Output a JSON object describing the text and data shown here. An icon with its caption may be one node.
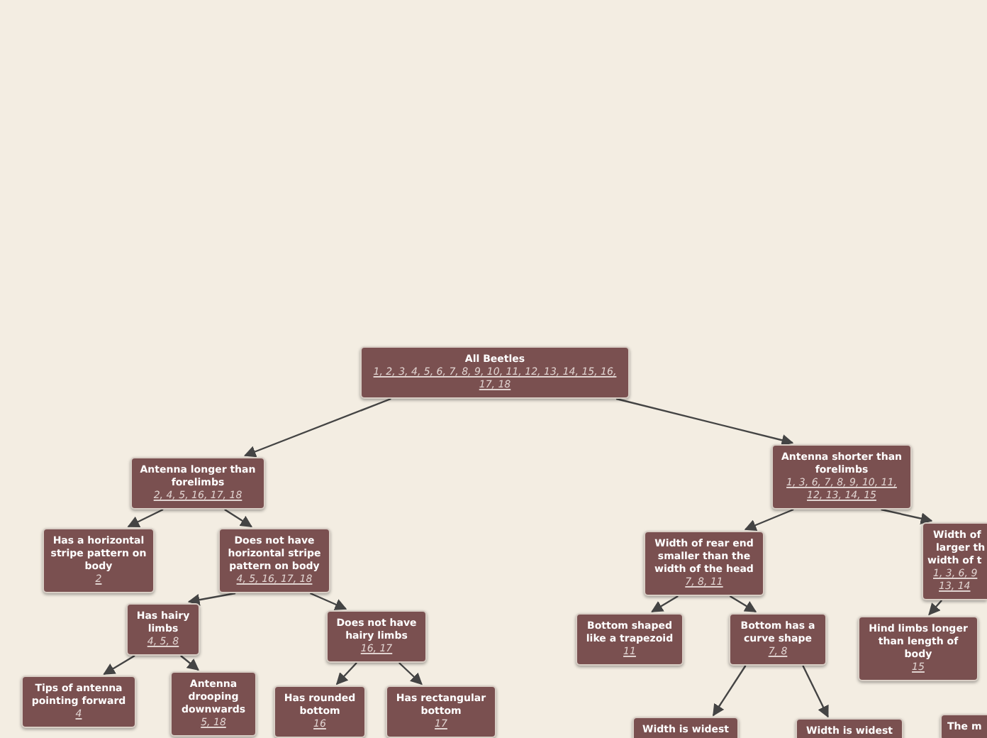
{
  "diagram": {
    "nodes": [
      {
        "text": [
          "All Beetles",
          "1, 2, 3, 4, 5, 6, 7, 8, 9, 10, 11, 12, 13, 14, 15, 16, 17, 18"
        ]
      },
      {
        "text": [
          "Antenna longer than forelimbs",
          "2, 4, 5, 16, 17, 18"
        ]
      },
      {
        "text": [
          "Antenna shorter than forelimbs",
          "1, 3, 6, 7, 8, 9, 10, 11, 12, 13, 14, 15"
        ]
      },
      {
        "text": [
          "Has a horizontal stripe pattern on body",
          "2"
        ]
      },
      {
        "text": [
          "Does not have horizontal stripe pattern on body",
          "4, 5, 16, 17, 18"
        ]
      },
      {
        "text": [
          "Width of rear end smaller than the width of the head",
          "7, 8, 11"
        ]
      },
      {
        "text": [
          "Width of",
          "larger th",
          "width of t",
          "1, 3, 6, 9",
          "13, 14"
        ]
      },
      {
        "text": [
          "Has hairy limbs",
          "4, 5, 8"
        ]
      },
      {
        "text": [
          "Does not have hairy limbs",
          "16, 17"
        ]
      },
      {
        "text": [
          "Bottom shaped like a trapezoid",
          "11"
        ]
      },
      {
        "text": [
          "Bottom has a curve shape",
          "7, 8"
        ]
      },
      {
        "text": [
          "Hind limbs longer than length of body",
          "15"
        ]
      },
      {
        "text": [
          "Tips of antenna pointing forward",
          "4"
        ]
      },
      {
        "text": [
          "Antenna drooping downwards",
          "5, 18"
        ]
      },
      {
        "text": [
          "Has rounded bottom",
          "16"
        ]
      },
      {
        "text": [
          "Has rectangular bottom",
          "17"
        ]
      },
      {
        "text": [
          "Width is widest"
        ]
      },
      {
        "text": [
          "Width is widest"
        ]
      },
      {
        "text": [
          "The m"
        ]
      }
    ],
    "edges": [
      {
        "from": 0,
        "to": 1,
        "arrow": "to"
      },
      {
        "from": 0,
        "to": 2,
        "arrow": "to"
      },
      {
        "from": 1,
        "to": 3,
        "arrow": "to"
      },
      {
        "from": 1,
        "to": 4,
        "arrow": "to"
      },
      {
        "from": 2,
        "to": 5,
        "arrow": "to"
      },
      {
        "from": 2,
        "to": 6,
        "arrow": "to"
      },
      {
        "from": 4,
        "to": 7,
        "arrow": "to"
      },
      {
        "from": 4,
        "to": 8,
        "arrow": "to"
      },
      {
        "from": 5,
        "to": 9,
        "arrow": "to"
      },
      {
        "from": 5,
        "to": 10,
        "arrow": "to"
      },
      {
        "from": 6,
        "to": 11,
        "arrow": "to"
      },
      {
        "from": 7,
        "to": 12,
        "arrow": "to"
      },
      {
        "from": 7,
        "to": 13,
        "arrow": "to"
      },
      {
        "from": 8,
        "to": 14,
        "arrow": "to"
      },
      {
        "from": 8,
        "to": 15,
        "arrow": "to"
      },
      {
        "from": 10,
        "to": 16,
        "arrow": "to"
      },
      {
        "from": 10,
        "to": 17,
        "arrow": "to"
      }
    ]
  }
}
